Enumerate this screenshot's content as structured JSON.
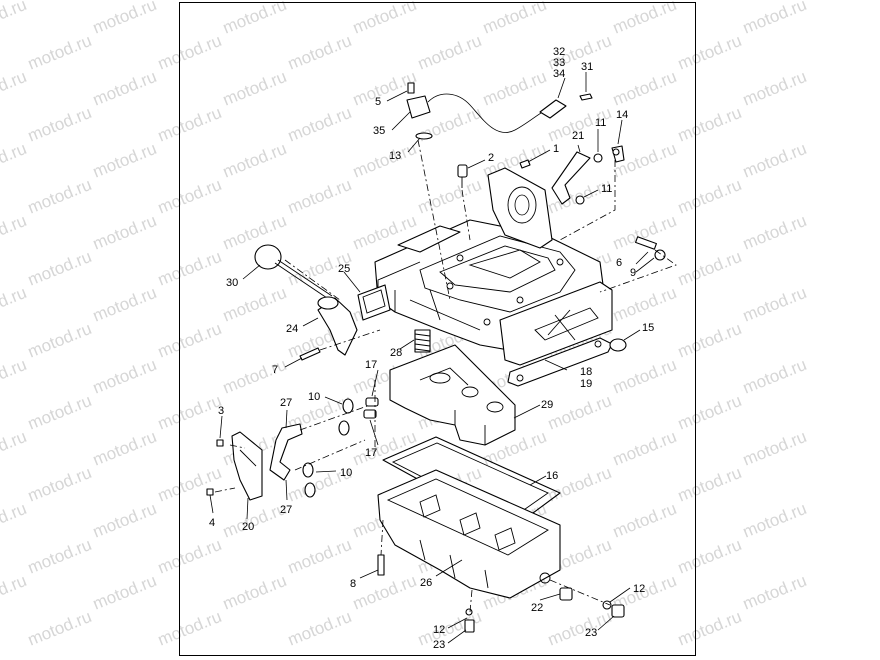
{
  "watermark": {
    "text": "motod.ru",
    "color": "#d6d6d6"
  },
  "callouts": {
    "c1": "1",
    "c2": "2",
    "c3": "3",
    "c4": "4",
    "c5": "5",
    "c6": "6",
    "c7": "7",
    "c8": "8",
    "c9": "9",
    "c10a": "10",
    "c10b": "10",
    "c11a": "11",
    "c11b": "11",
    "c12a": "12",
    "c12b": "12",
    "c13": "13",
    "c14": "14",
    "c15": "15",
    "c16": "16",
    "c17a": "17",
    "c17b": "17",
    "c18": "18",
    "c19": "19",
    "c20": "20",
    "c21": "21",
    "c22": "22",
    "c23a": "23",
    "c23b": "23",
    "c24": "24",
    "c25": "25",
    "c26": "26",
    "c27a": "27",
    "c27b": "27",
    "c28": "28",
    "c29": "29",
    "c30": "30",
    "c31": "31",
    "c32": "32",
    "c33": "33",
    "c34": "34",
    "c35": "35"
  }
}
